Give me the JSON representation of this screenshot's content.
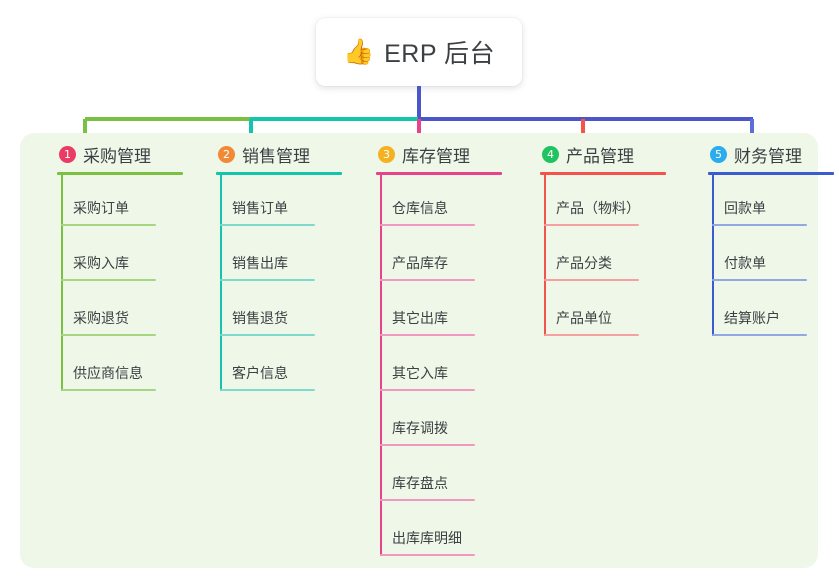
{
  "root": {
    "icon": "thumbs-up-icon",
    "icon_glyph": "👍",
    "title": "ERP 后台"
  },
  "palette": {
    "panel_background": "#eff7e9",
    "page_background": "#ffffff",
    "text": "#3c4043",
    "root_connector": "#4a56c9"
  },
  "columns": [
    {
      "number": "1",
      "title": "采购管理",
      "badge_color": "#ea3b64",
      "rule_color": "#7ac143",
      "line_color": "#a8d582",
      "connector_color": "#7ac143",
      "items": [
        "采购订单",
        "采购入库",
        "采购退货",
        "供应商信息"
      ]
    },
    {
      "number": "2",
      "title": "销售管理",
      "badge_color": "#f08a36",
      "rule_color": "#14c4ab",
      "line_color": "#7fd9cd",
      "connector_color": "#14c4ab",
      "items": [
        "销售订单",
        "销售出库",
        "销售退货",
        "客户信息"
      ]
    },
    {
      "number": "3",
      "title": "库存管理",
      "badge_color": "#f4b223",
      "rule_color": "#e8438a",
      "line_color": "#f09ac2",
      "connector_color": "#e8438a",
      "items": [
        "仓库信息",
        "产品库存",
        "其它出库",
        "其它入库",
        "库存调拨",
        "库存盘点",
        "出库库明细"
      ]
    },
    {
      "number": "4",
      "title": "产品管理",
      "badge_color": "#1fc35f",
      "rule_color": "#f4524d",
      "line_color": "#f3a29f",
      "connector_color": "#f4524d",
      "items": [
        "产品（物料）",
        "产品分类",
        "产品单位"
      ]
    },
    {
      "number": "5",
      "title": "财务管理",
      "badge_color": "#2bacee",
      "rule_color": "#3b5bd0",
      "line_color": "#93a8e3",
      "connector_color": "#5b6fd6",
      "items": [
        "回款单",
        "付款单",
        "结算账户"
      ]
    }
  ]
}
